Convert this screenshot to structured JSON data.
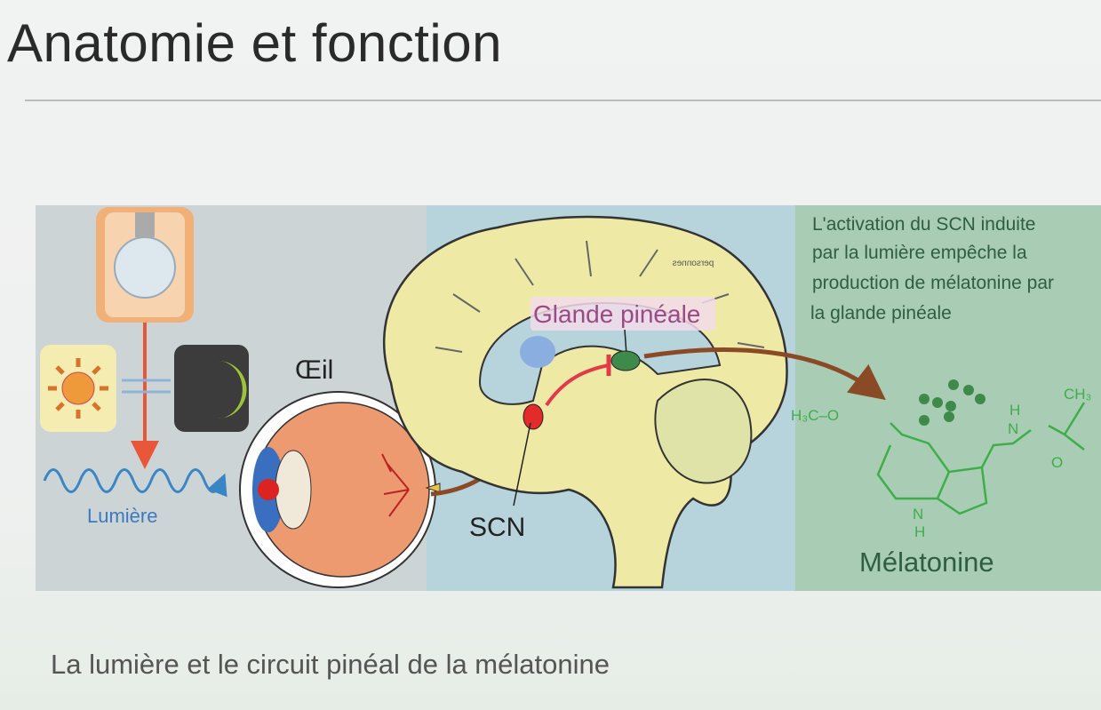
{
  "slide": {
    "title": "Anatomie et fonction",
    "caption": "La lumière et le circuit pinéal de la mélatonine"
  },
  "figure": {
    "light_label": "Lumière",
    "eye_label": "Œil",
    "scn_label": "SCN",
    "pineal_label": "Glande pinéale",
    "watermark": "personnes",
    "description_lines": [
      "L'activation du SCN induite",
      "par la lumière empêche la",
      "production de mélatonine par",
      "la glande pinéale"
    ],
    "molecule_name": "Mélatonine",
    "molecule_atoms": {
      "methoxy": "H₃C–O",
      "nh_h": "H",
      "nh_n": "N",
      "methyl": "CH₃",
      "oxygen": "O",
      "ring_n": "N",
      "ring_h": "H"
    },
    "colors": {
      "left_panel": "#cdd4d6",
      "middle_panel": "#b7d3dc",
      "right_panel": "#a8ccb4",
      "brain": "#eeeaa6",
      "arrow": "#8a4a26",
      "scn": "#e32b2b",
      "pineal": "#3e8a4a",
      "molecule": "#3fae4a",
      "text_green": "#2f5e40",
      "pineal_text": "#9b4a83"
    }
  }
}
